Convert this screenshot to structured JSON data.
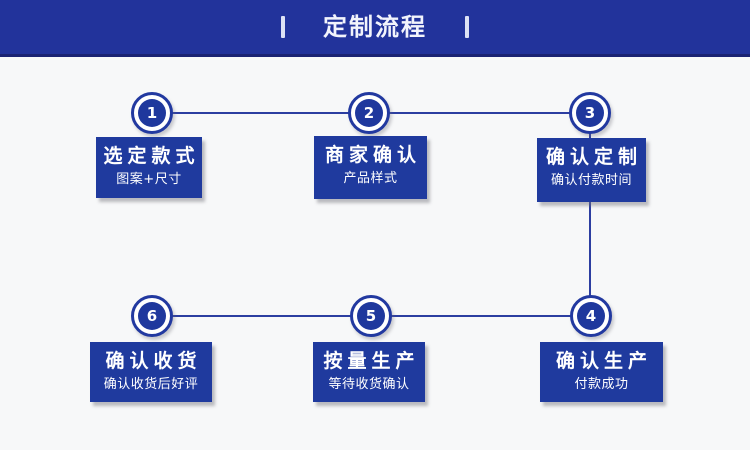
{
  "header": {
    "title": "定制流程"
  },
  "steps": [
    {
      "number": "1",
      "title": "选定款式",
      "subtitle": "图案+尺寸"
    },
    {
      "number": "2",
      "title": "商家确认",
      "subtitle": "产品样式"
    },
    {
      "number": "3",
      "title": "确认定制",
      "subtitle": "确认付款时间"
    },
    {
      "number": "4",
      "title": "确认生产",
      "subtitle": "付款成功"
    },
    {
      "number": "5",
      "title": "按量生产",
      "subtitle": "等待收货确认"
    },
    {
      "number": "6",
      "title": "确认收货",
      "subtitle": "确认收货后好评"
    }
  ],
  "flow_order": [
    "1",
    "2",
    "3",
    "4",
    "5",
    "6"
  ],
  "colors": {
    "header_bg": "#22339b",
    "header_edge": "#1b2373",
    "box_bg": "#1f3a9e",
    "circle_fill": "#1f389d",
    "circle_ring": "#2239a0",
    "connector_line": "#2c3ea1",
    "body_bg": "#f7f8f9",
    "text": "#ffffff"
  }
}
